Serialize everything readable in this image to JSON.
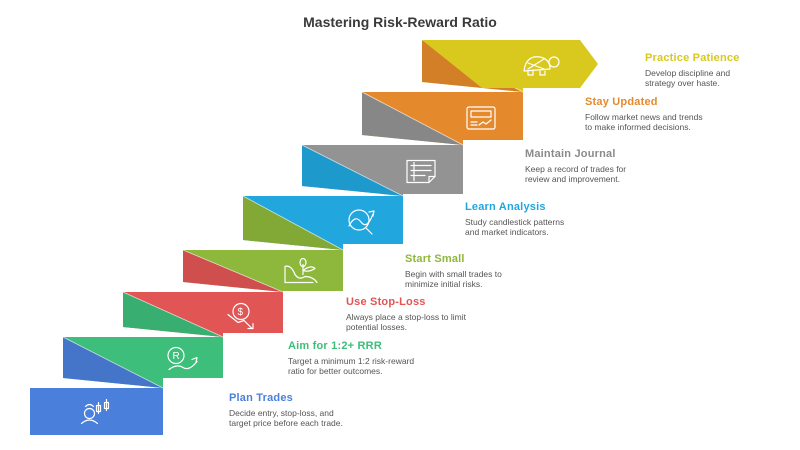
{
  "title": "Mastering Risk-Reward Ratio",
  "steps": [
    {
      "title": "Plan Trades",
      "desc": "Decide entry, stop-loss, and target price before each trade.",
      "color": "#4A7FDB",
      "icon": "trader-candlestick-icon"
    },
    {
      "title": "Aim for 1:2+ RRR",
      "desc": "Target a minimum 1:2 risk-reward ratio for better outcomes.",
      "color": "#3DBE7A",
      "icon": "reward-growth-icon"
    },
    {
      "title": "Use Stop-Loss",
      "desc": "Always place a stop-loss to limit potential losses.",
      "color": "#E15555",
      "icon": "dollar-loss-icon"
    },
    {
      "title": "Start Small",
      "desc": "Begin with small trades to minimize initial risks.",
      "color": "#8DB83B",
      "icon": "sprout-icon"
    },
    {
      "title": "Learn Analysis",
      "desc": "Study candlestick patterns and market indicators.",
      "color": "#21A6DE",
      "icon": "chart-search-icon"
    },
    {
      "title": "Maintain Journal",
      "desc": "Keep a record of trades for review and improvement.",
      "color": "#939393",
      "icon": "journal-icon"
    },
    {
      "title": "Stay Updated",
      "desc": "Follow market news and trends to make informed decisions.",
      "color": "#E58A2C",
      "icon": "news-chart-icon"
    },
    {
      "title": "Practice Patience",
      "desc": "Develop discipline and strategy over haste.",
      "color": "#D9C91E",
      "icon": "turtle-icon"
    }
  ],
  "title_colors": [
    "#4A7FDB",
    "#3DBE7A",
    "#E15555",
    "#8DB83B",
    "#21A6DE",
    "#8A8A8A",
    "#E58A2C",
    "#D9C91E"
  ]
}
